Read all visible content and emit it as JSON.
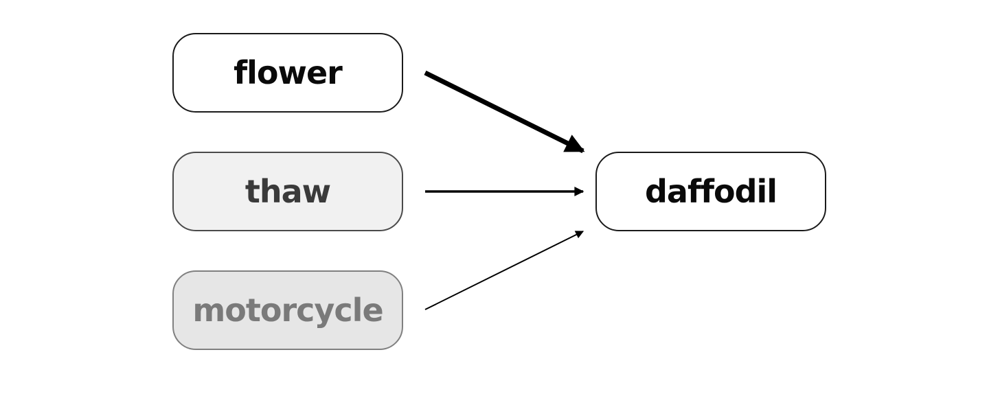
{
  "diagram": {
    "sources": [
      {
        "id": "flower",
        "label": "flower",
        "text_color": "#0a0a0a",
        "fill": "#ffffff",
        "border": "#1a1a1a",
        "weight": "strong"
      },
      {
        "id": "thaw",
        "label": "thaw",
        "text_color": "#3a3a3a",
        "fill": "#f1f1f1",
        "border": "#4a4a4a",
        "weight": "medium"
      },
      {
        "id": "motorcycle",
        "label": "motorcycle",
        "text_color": "#7a7a7a",
        "fill": "#e6e6e6",
        "border": "#808080",
        "weight": "weak"
      }
    ],
    "target": {
      "id": "daffodil",
      "label": "daffodil",
      "text_color": "#0a0a0a",
      "fill": "#ffffff",
      "border": "#1a1a1a"
    },
    "arrow_color": "#000000"
  }
}
